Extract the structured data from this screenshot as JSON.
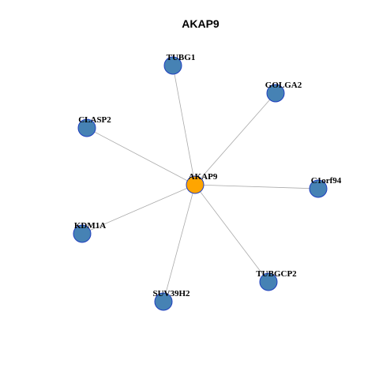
{
  "title": "AKAP9",
  "colors": {
    "center_node": "#FFA500",
    "leaf_node": "#4682B4",
    "node_border": "#1F3FBF",
    "edge": "#AAAAAA"
  },
  "graph": {
    "center": "AKAP9",
    "nodes": [
      {
        "id": "AKAP9",
        "label": "AKAP9",
        "role": "center"
      },
      {
        "id": "TUBG1",
        "label": "TUBG1",
        "role": "leaf"
      },
      {
        "id": "GOLGA2",
        "label": "GOLGA2",
        "role": "leaf"
      },
      {
        "id": "CLASP2",
        "label": "CLASP2",
        "role": "leaf"
      },
      {
        "id": "C1orf94",
        "label": "C1orf94",
        "role": "leaf"
      },
      {
        "id": "KDM1A",
        "label": "KDM1A",
        "role": "leaf"
      },
      {
        "id": "TUBGCP2",
        "label": "TUBGCP2",
        "role": "leaf"
      },
      {
        "id": "SUV39H2",
        "label": "SUV39H2",
        "role": "leaf"
      }
    ],
    "edges": [
      {
        "source": "AKAP9",
        "target": "TUBG1"
      },
      {
        "source": "AKAP9",
        "target": "GOLGA2"
      },
      {
        "source": "AKAP9",
        "target": "CLASP2"
      },
      {
        "source": "AKAP9",
        "target": "C1orf94"
      },
      {
        "source": "AKAP9",
        "target": "KDM1A"
      },
      {
        "source": "AKAP9",
        "target": "TUBGCP2"
      },
      {
        "source": "AKAP9",
        "target": "SUV39H2"
      }
    ]
  }
}
